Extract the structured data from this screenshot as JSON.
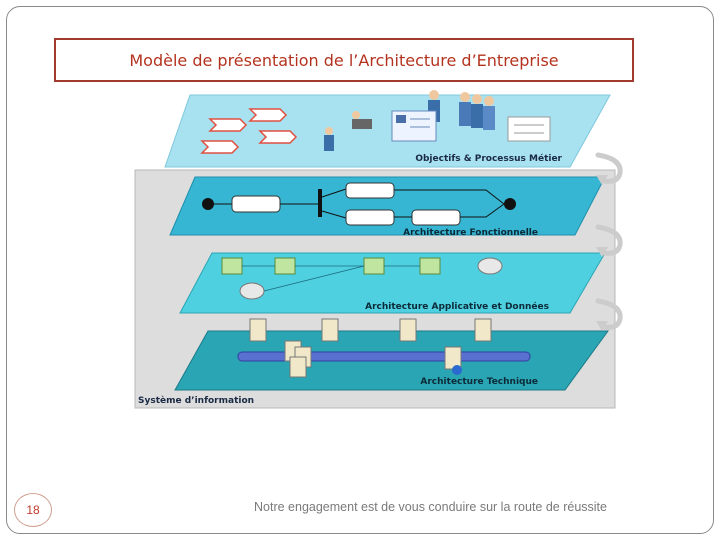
{
  "slide": {
    "title": "Modèle de présentation de l’Architecture d’Entreprise",
    "page_number": "18",
    "footer_text": "Notre engagement est de vous conduire sur la route de réussite"
  },
  "diagram": {
    "layers": [
      {
        "label": "Objectifs & Processus Métier",
        "color": "#a8e2f0"
      },
      {
        "label": "Architecture Fonctionnelle",
        "color": "#36b6d3"
      },
      {
        "label": "Architecture Applicative et Données",
        "color": "#4fd0e0"
      },
      {
        "label": "Architecture Technique",
        "color": "#2aa5b3"
      }
    ],
    "frame_label": "Système d’information",
    "colors": {
      "frame": "#dcdcdc",
      "title_border": "#a23b2e",
      "title_text": "#b4331f",
      "arrows": "#d0d0d0"
    }
  }
}
